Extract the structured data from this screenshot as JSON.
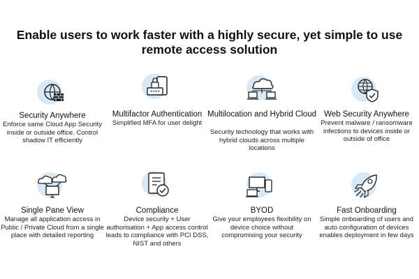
{
  "header": {
    "title_line1": "Enable users to work faster with a highly secure, yet simple to use",
    "title_line2": "remote access solution"
  },
  "features": [
    {
      "icon": "globe-firewall-icon",
      "title": "Security Anywhere",
      "description": "Enforce same Cloud App Security inside or outside office. Control shadow IT efficiently"
    },
    {
      "icon": "phone-password-icon",
      "title": "Multifactor Authentication",
      "description": "Simplified MFA for user delight"
    },
    {
      "icon": "hybrid-cloud-icon",
      "title": "Multilocation and Hybrid Cloud",
      "description": "Security technology that works with hybrid clouds across multiple locations"
    },
    {
      "icon": "globe-shield-icon",
      "title": "Web Security Anywhere",
      "description": "Prevent malware / ransomware infections to devices inside or outside of office"
    },
    {
      "icon": "cloud-monitor-icon",
      "title": "Single Pane View",
      "description": "Manage all application access in Public / Private Cloud from a single place with detailed reporting"
    },
    {
      "icon": "checklist-icon",
      "title": "Compliance",
      "description": "Device security + User authorisation + App access control leads to compliance with PCI DSS, NIST and others"
    },
    {
      "icon": "devices-icon",
      "title": "BYOD",
      "description": "Give your employees flexibility on device choice without compromising your security"
    },
    {
      "icon": "rocket-icon",
      "title": "Fast Onboarding",
      "description": "Simple onboarding of users and auto configuration of devices enables deployment in few days"
    }
  ],
  "colors": {
    "icon_circle": "#d7e9f7",
    "icon_stroke": "#1f1f1f",
    "text": "#1a1a1a"
  }
}
